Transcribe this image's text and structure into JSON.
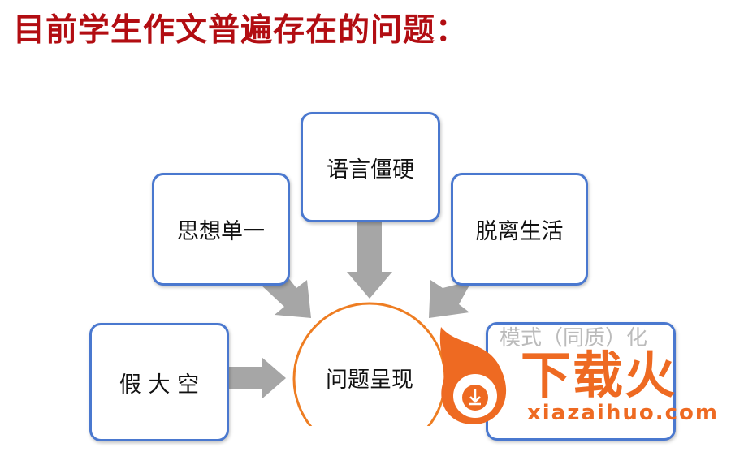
{
  "title": "目前学生作文普遍存在的问题：",
  "center": "问题呈现",
  "boxes": {
    "sixiang": "思想单一",
    "yuyan": "语言僵硬",
    "tuoli": "脱离生活",
    "jiadakong": "假 大 空",
    "moshi_line1": "模式（同质）",
    "moshi_line2": "化"
  },
  "watermark": {
    "brand": "下载火",
    "url": "xiazaihuo.com"
  },
  "colors": {
    "title": "#b20d12",
    "box_border": "#4a78cf",
    "circle": "#ee7d22",
    "arrow": "#a6a6a6",
    "watermark": "#ee6a22"
  }
}
